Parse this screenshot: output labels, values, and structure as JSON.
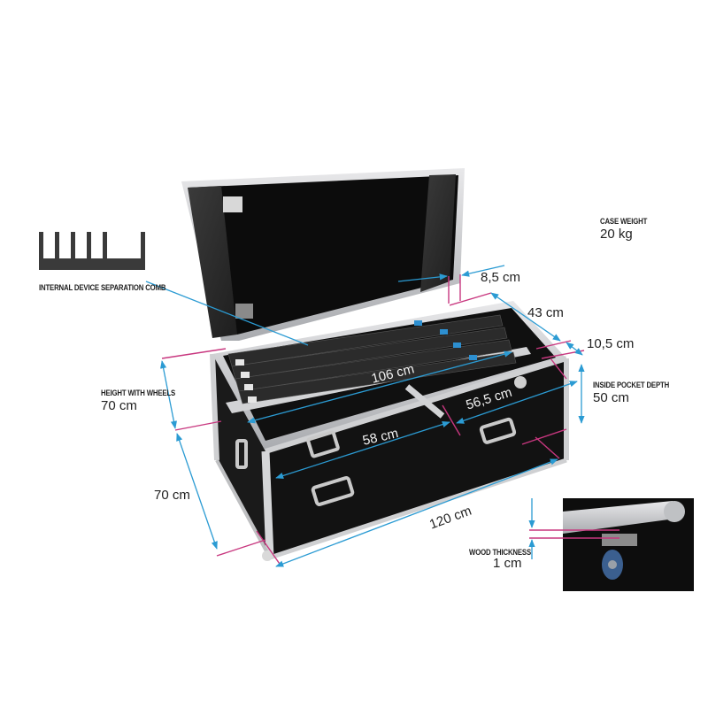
{
  "colors": {
    "background": "#ffffff",
    "dimension_line": "#2b9bd3",
    "extension_line": "#c8377f",
    "case_panel": "#111111",
    "aluminium": "#c9cacc",
    "label_text": "#222222",
    "comb": "#3a3a3a"
  },
  "legend": {
    "comb_caption": "INTERNAL DEVICE SEPARATION COMB",
    "comb_icon": "separation-comb-icon"
  },
  "specs": {
    "case_weight": {
      "caption": "CASE WEIGHT",
      "value": "20 kg"
    },
    "height_with_wheels": {
      "caption": "HEIGHT WITH WHEELS",
      "value": "70 cm"
    },
    "inside_pocket_depth": {
      "caption": "INSIDE POCKET DEPTH",
      "value": "50 cm"
    },
    "wood_thickness": {
      "caption": "WOOD THICKNESS",
      "value": "1 cm"
    }
  },
  "dimensions": {
    "lid_depth": "8,5 cm",
    "depth": "43 cm",
    "pocket_width": "10,5 cm",
    "inner_length": "106 cm",
    "pocket_right": "56,5 cm",
    "pocket_left": "58 cm",
    "height": "70 cm",
    "length": "120 cm"
  },
  "inset": {
    "subject": "caster-wheel-detail-photo"
  }
}
